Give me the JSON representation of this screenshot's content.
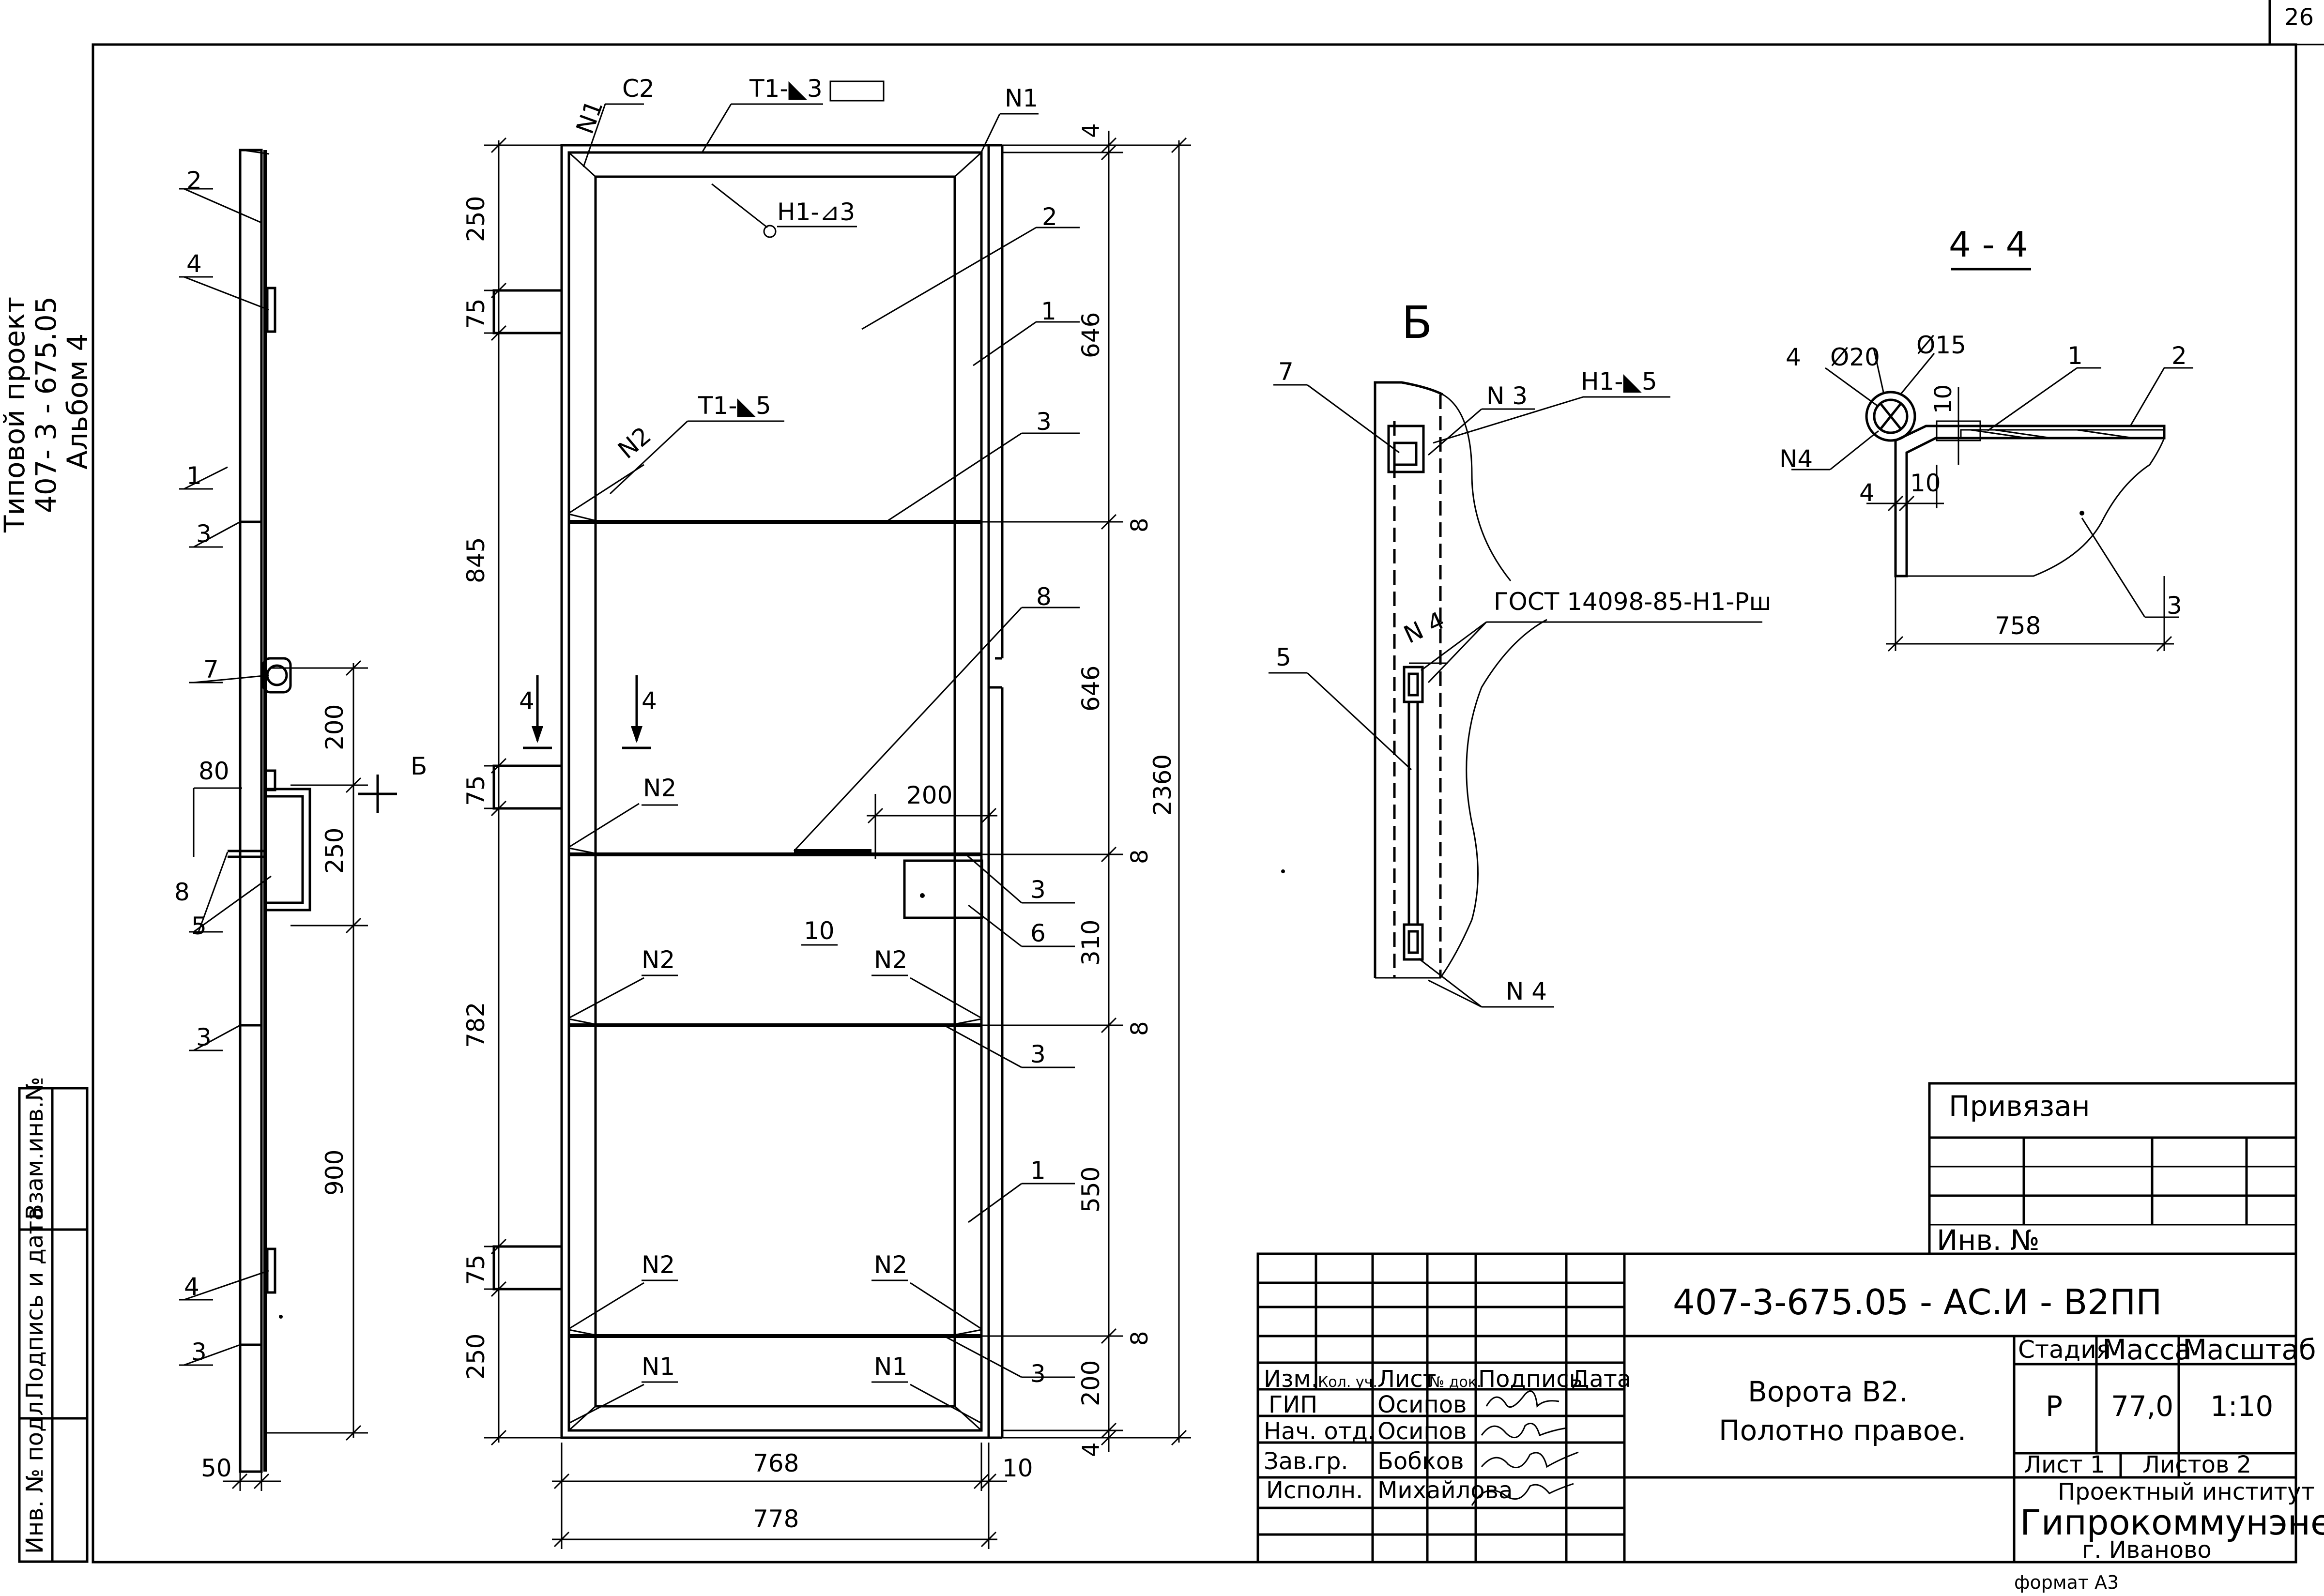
{
  "sheet": {
    "number": "26",
    "format": "формат А3",
    "side_stamp": [
      "Типовой проект",
      "407- 3 - 675.05",
      "Альбом 4"
    ],
    "left_strip": [
      "Взам.инв.№",
      "Подпись и дата",
      "Инв. № подл."
    ]
  },
  "side_view": {
    "callouts": [
      "2",
      "4",
      "1",
      "3",
      "7",
      "80",
      "8",
      "5",
      "3",
      "4",
      "3"
    ],
    "dims": [
      "200",
      "250",
      "900",
      "50"
    ],
    "section_mark": "Б"
  },
  "main_view": {
    "top_labels": {
      "n1_left": "N1",
      "c2": "С2",
      "weld_top": "Т1-◣3",
      "n1_right": "N1",
      "weld_h1": "Н1-⊿3"
    },
    "weld_t1": "Т1-◣5",
    "part_labels": [
      "2",
      "1",
      "3",
      "8",
      "3",
      "6",
      "10",
      "3",
      "1",
      "3"
    ],
    "nodes": [
      "N2",
      "N2",
      "N2",
      "N2",
      "N2",
      "N2",
      "N1",
      "N1"
    ],
    "section_marks": [
      "4",
      "4"
    ],
    "left_dims": [
      "250",
      "75",
      "845",
      "75",
      "782",
      "75",
      "250"
    ],
    "right_dims": [
      "4",
      "646",
      "8",
      "646",
      "8",
      "310",
      "8",
      "550",
      "8",
      "200",
      "4"
    ],
    "overall_dim": "2360",
    "dim_200": "200",
    "bottom_dims": [
      "768",
      "10",
      "778"
    ]
  },
  "detail_b": {
    "title": "Б",
    "labels": {
      "l7": "7",
      "n3": "N 3",
      "weld": "Н1-◣5",
      "gost": "ГОСТ 14098-85-Н1-Рш",
      "n4_top": "N 4",
      "l5": "5",
      "n4_bottom": "N 4"
    }
  },
  "section_44": {
    "title": "4 - 4",
    "labels": {
      "d20": "Ø20",
      "d15": "Ø15",
      "l4": "4",
      "l1": "1",
      "l2": "2",
      "n4": "N4",
      "dim10a": "10",
      "dim4": "4",
      "dim10b": "10",
      "l3": "3",
      "dim758": "758"
    }
  },
  "title_block": {
    "privyazan": "Привязан",
    "inv_no": "Инв. №",
    "code": "407-3-675.05 - АС.И - В2ПП",
    "headers": [
      "Изм.",
      "Кол. уч.",
      "Лист",
      "№ док.",
      "Подпись",
      "Дата"
    ],
    "rows": [
      {
        "role": "ГИП",
        "name": "Осипов"
      },
      {
        "role": "Нач. отд.",
        "name": "Осипов"
      },
      {
        "role": "Зав.гр.",
        "name": "Бобков"
      },
      {
        "role": "Исполн.",
        "name": "Михайлова"
      }
    ],
    "description": [
      "Ворота В2.",
      "Полотно правое."
    ],
    "stage_label": "Стадия",
    "mass_label": "Масса",
    "scale_label": "Масштаб",
    "stage": "Р",
    "mass": "77,0",
    "scale": "1:10",
    "sheet_label": "Лист 1",
    "sheets_label": "Листов 2",
    "institute_small": "Проектный институт",
    "institute": "Гипрокоммунэнерго",
    "city": "г. Иваново"
  }
}
